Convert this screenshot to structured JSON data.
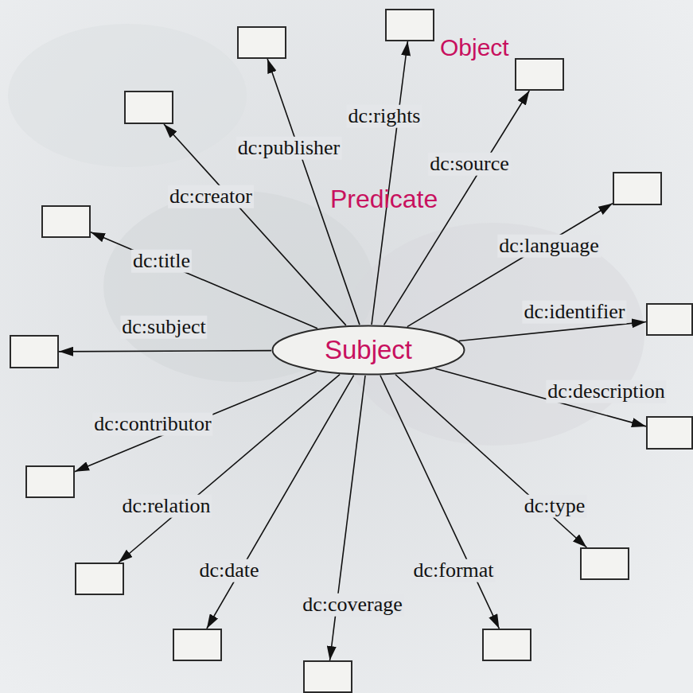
{
  "diagram": {
    "nodes": [
      {
        "text": [
          "Subject"
        ]
      },
      {
        "text": []
      },
      {
        "text": []
      },
      {
        "text": []
      },
      {
        "text": []
      },
      {
        "text": []
      },
      {
        "text": []
      },
      {
        "text": []
      },
      {
        "text": []
      },
      {
        "text": []
      },
      {
        "text": []
      },
      {
        "text": []
      },
      {
        "text": []
      },
      {
        "text": []
      },
      {
        "text": []
      },
      {
        "text": []
      }
    ],
    "edges": [
      {
        "from": 0,
        "to": 1,
        "label": "dc:subject",
        "arrow": "to"
      },
      {
        "from": 0,
        "to": 2,
        "label": "dc:title",
        "arrow": "to"
      },
      {
        "from": 0,
        "to": 3,
        "label": "dc:creator",
        "arrow": "to"
      },
      {
        "from": 0,
        "to": 4,
        "label": "dc:publisher",
        "arrow": "to"
      },
      {
        "from": 0,
        "to": 5,
        "label": "dc:rights",
        "arrow": "to"
      },
      {
        "from": 0,
        "to": 6,
        "label": "dc:source",
        "arrow": "to"
      },
      {
        "from": 0,
        "to": 7,
        "label": "dc:language",
        "arrow": "to"
      },
      {
        "from": 0,
        "to": 8,
        "label": "dc:identifier",
        "arrow": "to"
      },
      {
        "from": 0,
        "to": 9,
        "label": "dc:description",
        "arrow": "to"
      },
      {
        "from": 0,
        "to": 10,
        "label": "dc:type",
        "arrow": "to"
      },
      {
        "from": 0,
        "to": 11,
        "label": "dc:format",
        "arrow": "to"
      },
      {
        "from": 0,
        "to": 12,
        "label": "dc:coverage",
        "arrow": "to"
      },
      {
        "from": 0,
        "to": 13,
        "label": "dc:date",
        "arrow": "to"
      },
      {
        "from": 0,
        "to": 14,
        "label": "dc:relation",
        "arrow": "to"
      },
      {
        "from": 0,
        "to": 15,
        "label": "dc:contributor",
        "arrow": "to"
      }
    ],
    "labels": [
      "Object",
      "Predicate"
    ]
  }
}
